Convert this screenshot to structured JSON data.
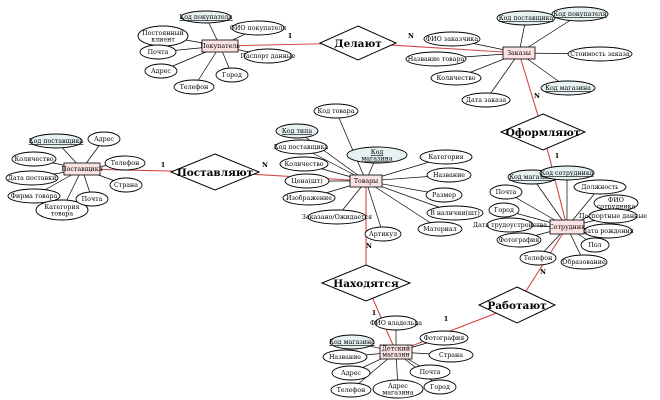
{
  "entities": {
    "pokupatel": "Покупатель",
    "zakazy": "Заказы",
    "postavshik": "Поставщики",
    "tovary": "Товары",
    "sotrudnik": "Сотрудник",
    "magazin": "Детский магазин"
  },
  "relationships": {
    "delayut": "Делают",
    "oformlyayut": "Оформляют",
    "postavlyayut": "Поставляют",
    "nahodyatsya": "Находятся",
    "rabotayut": "Работают"
  },
  "cardinalities": {
    "one": "1",
    "many": "N"
  },
  "attributes": {
    "pokupatel": [
      "Код покупателя",
      "Постоянный клиент",
      "ФИО покупателя",
      "Почта",
      "Паспорт данные",
      "Адрес",
      "Город",
      "Телефон"
    ],
    "zakazy": [
      "Код поставщика",
      "Код покупателя",
      "ФИО заказчика",
      "Название товара",
      "Стоимость заказа",
      "Количество",
      "Дата заказа",
      "Код магазина"
    ],
    "postavshik": [
      "Код поставщика",
      "Адрес",
      "Количество",
      "Телефон",
      "Дата поставки",
      "Страна",
      "Фирма товара",
      "Категория товара",
      "Почта"
    ],
    "tovary": [
      "Код товара",
      "Код типа",
      "Код поставщика",
      "Количество",
      "Цена(шт)",
      "Изображение",
      "Код магазина",
      "Категория",
      "Название",
      "Размер",
      "В наличии(шт)",
      "Заказано/Ожидается",
      "Артикул",
      "Материал"
    ],
    "sotrudnik": [
      "Код магазина",
      "Код сотрудника",
      "Почта",
      "Должность",
      "ФИО сотрудника",
      "Город",
      "Паспортные данные",
      "Дата трудоустройства",
      "Дата рождения",
      "Фотография",
      "Пол",
      "Телефон",
      "Образование"
    ],
    "magazin": [
      "ФИО владельца",
      "Код магазина",
      "Фотография",
      "Название",
      "Страна",
      "Адрес",
      "Почта",
      "Телефон",
      "Адрес магазина",
      "Город"
    ]
  }
}
